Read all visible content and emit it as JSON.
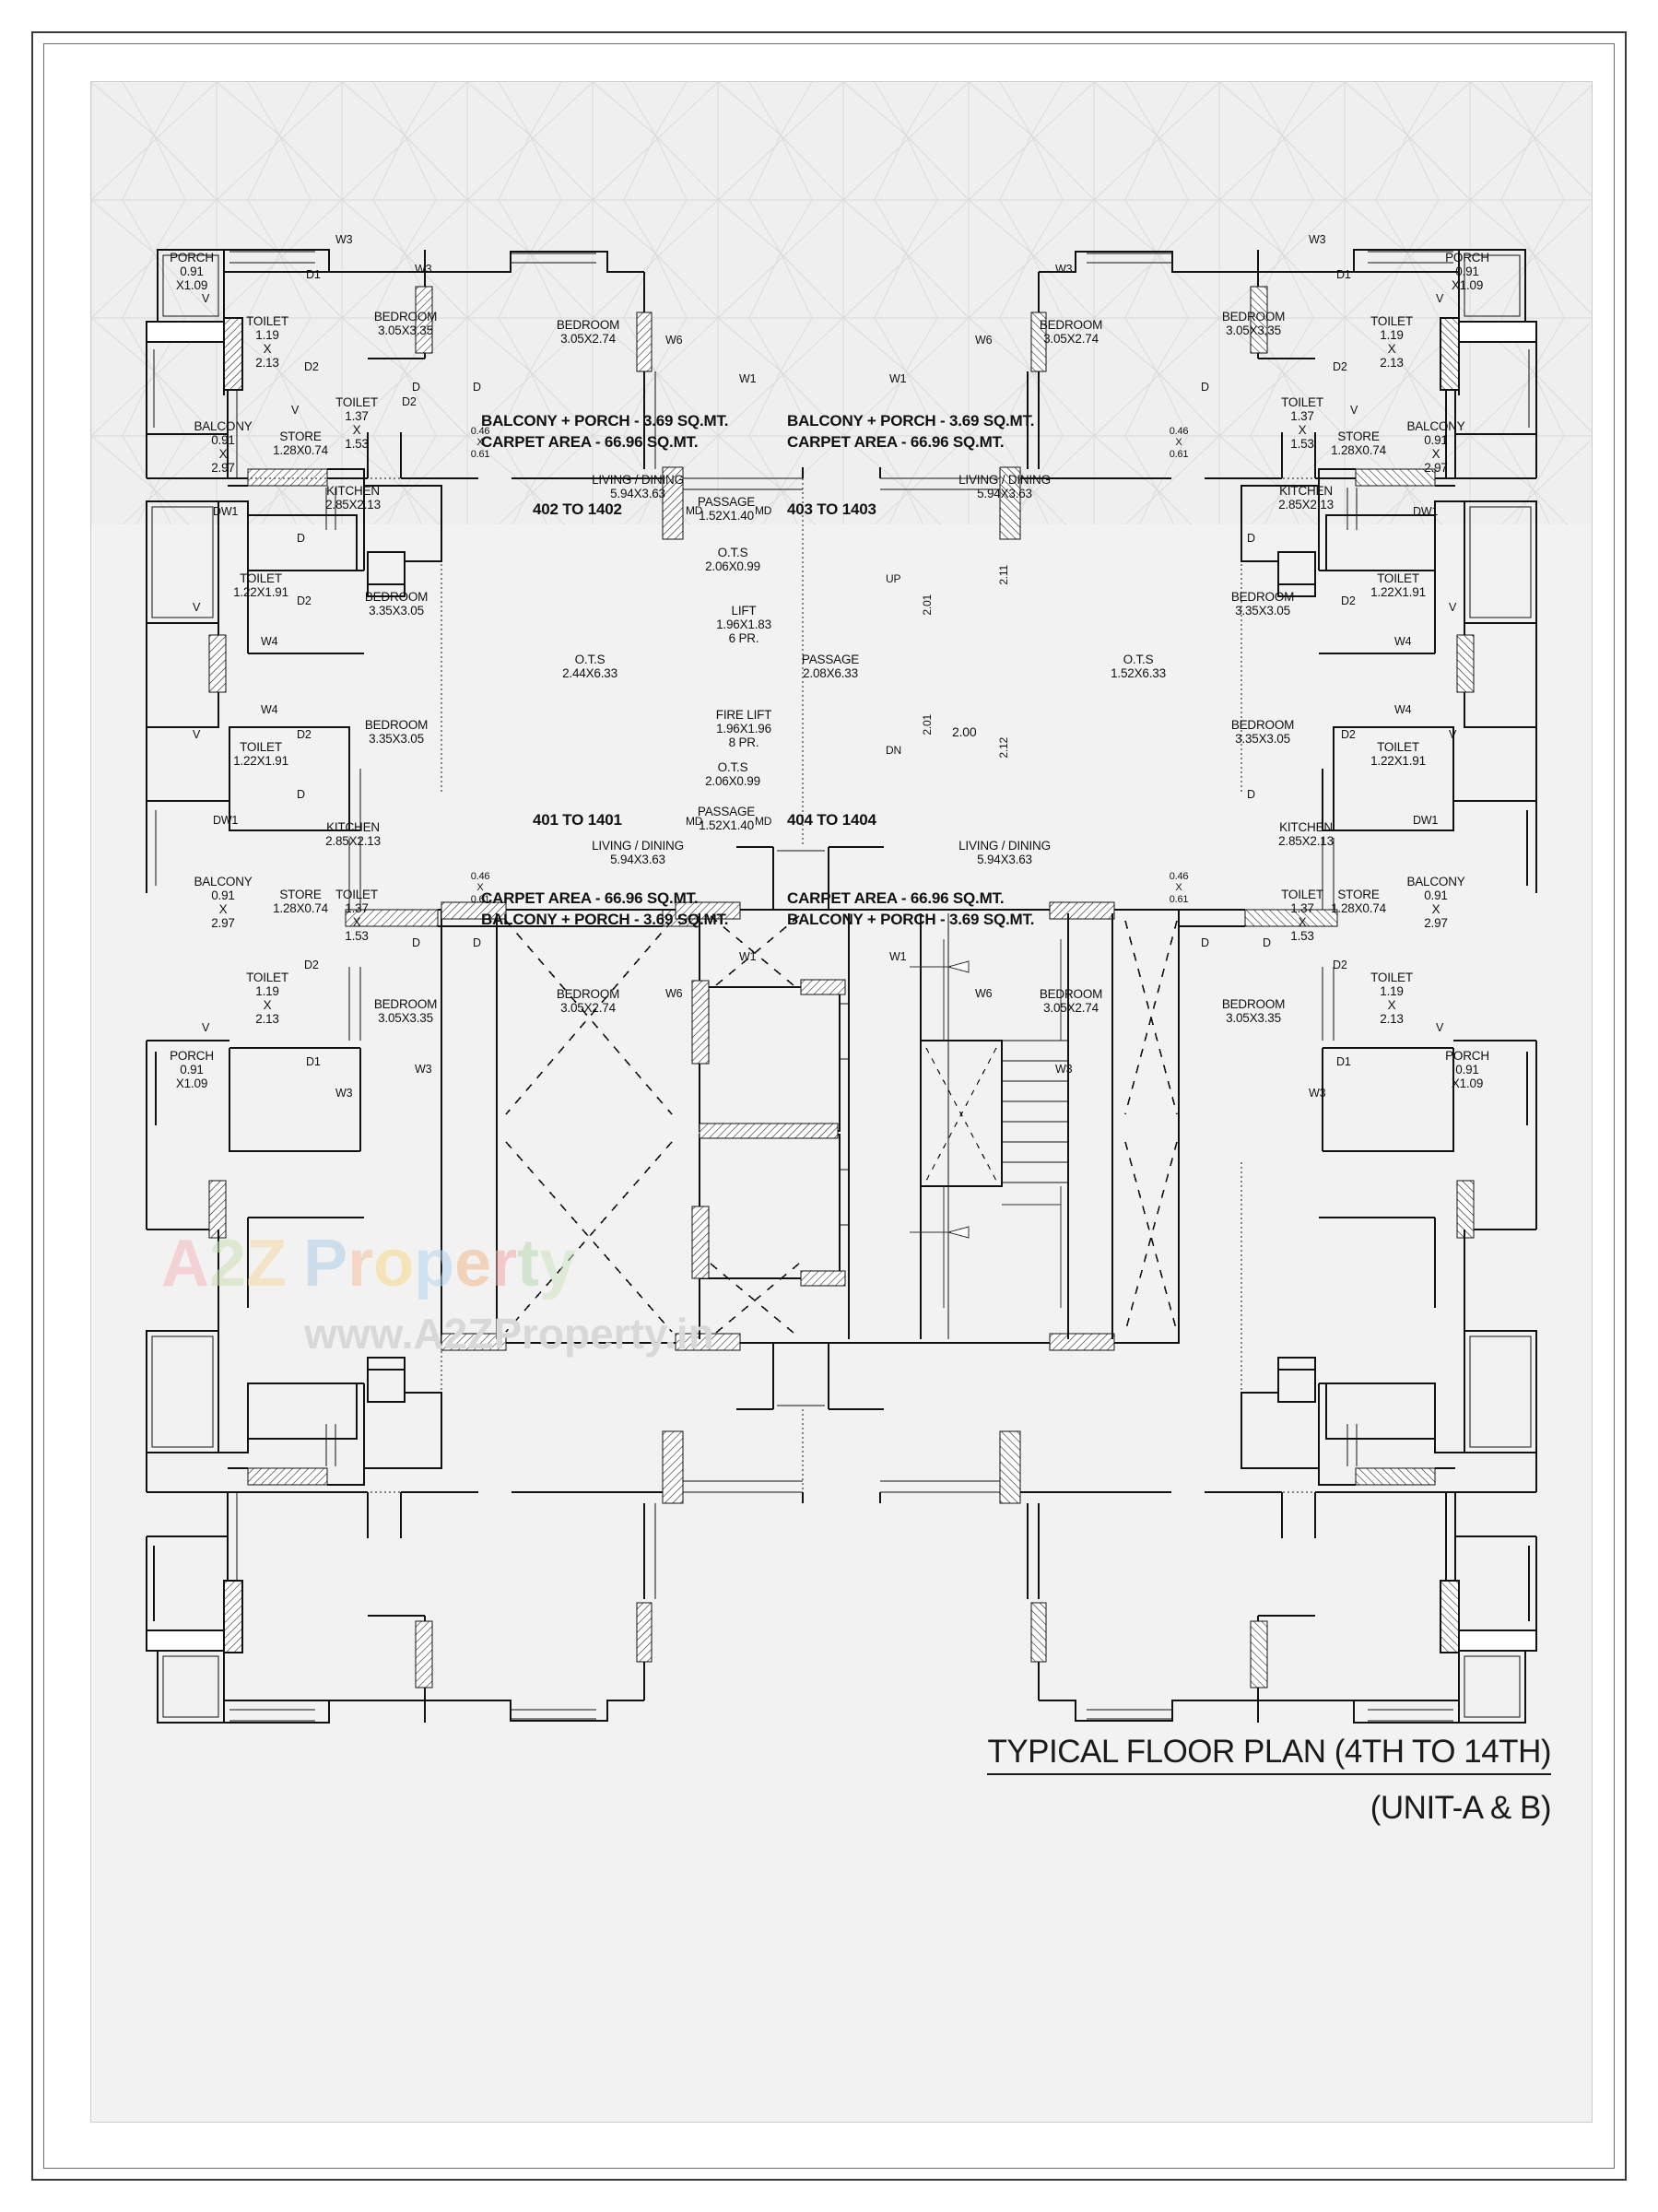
{
  "title": {
    "line1": "TYPICAL FLOOR PLAN (4TH TO 14TH)",
    "line2": "(UNIT-A & B)"
  },
  "watermark": {
    "brand_a": "A",
    "brand_2": "2",
    "brand_z": "Z",
    "brand_word": "Property",
    "url": "www.A2ZProperty.in",
    "colors": {
      "a": "#f2b8bd",
      "two": "#cfe0b6",
      "z": "#f4d9a4",
      "p": "#aecde8",
      "r": "#f6c0a0",
      "o": "#f7d98a",
      "p2": "#b9d4ee",
      "e": "#f5b98e",
      "r2": "#f3a9a9",
      "t": "#b9d9b2",
      "y": "#cfe3c0",
      "url": "#dcdcdc"
    }
  },
  "units": [
    {
      "id": "402 TO 1402",
      "carpet_area": "CARPET AREA - 66.96 SQ.MT.",
      "balcony_porch": "BALCONY + PORCH - 3.69 SQ.MT.",
      "living": {
        "name": "LIVING / DINING",
        "dim": "5.94X3.63"
      }
    },
    {
      "id": "403 TO 1403",
      "carpet_area": "CARPET AREA - 66.96 SQ.MT.",
      "balcony_porch": "BALCONY + PORCH - 3.69 SQ.MT.",
      "living": {
        "name": "LIVING / DINING",
        "dim": "5.94X3.63"
      }
    },
    {
      "id": "401 TO 1401",
      "carpet_area": "CARPET AREA - 66.96 SQ.MT.",
      "balcony_porch": "BALCONY + PORCH - 3.69 SQ.MT.",
      "living": {
        "name": "LIVING / DINING",
        "dim": "5.94X3.63"
      }
    },
    {
      "id": "404 TO 1404",
      "carpet_area": "CARPET AREA - 66.96 SQ.MT.",
      "balcony_porch": "BALCONY + PORCH - 3.69 SQ.MT.",
      "living": {
        "name": "LIVING / DINING",
        "dim": "5.94X3.63"
      }
    }
  ],
  "core": {
    "lift": {
      "name": "LIFT",
      "dim": "1.96X1.83",
      "capacity": "6 PR."
    },
    "fire_lift": {
      "name": "FIRE LIFT",
      "dim": "1.96X1.96",
      "capacity": "8 PR."
    },
    "ots_big_left": {
      "name": "O.T.S",
      "dim": "2.44X6.33"
    },
    "ots_big_right": {
      "name": "O.T.S",
      "dim": "1.52X6.33"
    },
    "ots_small_top": {
      "name": "O.T.S",
      "dim": "2.06X0.99"
    },
    "ots_small_bottom": {
      "name": "O.T.S",
      "dim": "2.06X0.99"
    },
    "passage_side": {
      "name": "PASSAGE",
      "dim": "2.08X6.33"
    },
    "passage_top": {
      "name": "PASSAGE",
      "dim": "1.52X1.40"
    },
    "passage_bottom": {
      "name": "PASSAGE",
      "dim": "1.52X1.40"
    },
    "stair": {
      "up": "UP",
      "dn": "DN",
      "dim_left_top": "2.01",
      "dim_left_bottom": "2.01",
      "dim_right_top": "2.11",
      "dim_right_bottom": "2.12",
      "dim_width": "2.00"
    }
  },
  "rooms": {
    "porch": {
      "name": "PORCH",
      "dim_l1": "0.91",
      "dim_l2": "X1.09"
    },
    "toilet_corner": {
      "name": "TOILET",
      "d1": "1.19",
      "x": "X",
      "d2": "2.13"
    },
    "toilet_small": {
      "name": "TOILET",
      "d1": "1.37",
      "x": "X",
      "d2": "1.53"
    },
    "toilet_mid": {
      "name": "TOILET",
      "dim": "1.22X1.91"
    },
    "bedroom_corner": {
      "name": "BEDROOM",
      "dim": "3.05X3.35"
    },
    "bedroom_top": {
      "name": "BEDROOM",
      "dim": "3.05X2.74"
    },
    "bedroom_mid": {
      "name": "BEDROOM",
      "dim": "3.35X3.05"
    },
    "kitchen": {
      "name": "KITCHEN",
      "dim": "2.85X2.13"
    },
    "store": {
      "name": "STORE",
      "dim": "1.28X0.74"
    },
    "balcony": {
      "name": "BALCONY",
      "d1": "0.91",
      "x": "X",
      "d2": "2.97"
    },
    "duct": {
      "d1": "0.46",
      "x": "X",
      "d2": "0.61"
    }
  },
  "codes": {
    "w1": "W1",
    "w3": "W3",
    "w4": "W4",
    "w6": "W6",
    "d": "D",
    "d1": "D1",
    "d2": "D2",
    "dw1": "DW1",
    "md": "MD",
    "v": "V"
  }
}
